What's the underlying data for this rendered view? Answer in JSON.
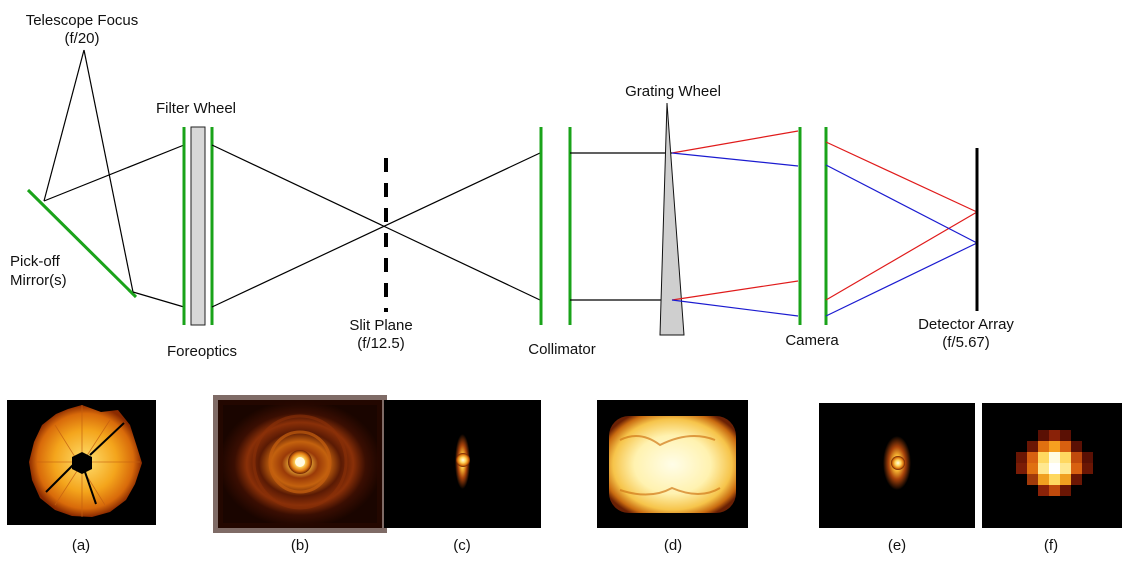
{
  "labels": {
    "telescope_focus": "Telescope Focus",
    "telescope_focus_ratio": "(f/20)",
    "filter_wheel": "Filter Wheel",
    "grating_wheel": "Grating Wheel",
    "pickoff_line1": "Pick-off",
    "pickoff_line2": "Mirror(s)",
    "foreoptics": "Foreoptics",
    "slit_plane": "Slit Plane",
    "slit_plane_ratio": "(f/12.5)",
    "collimator": "Collimator",
    "camera": "Camera",
    "detector_array": "Detector Array",
    "detector_array_ratio": "(f/5.67)"
  },
  "panels": [
    {
      "id": "a",
      "caption": "(a)",
      "content": "segmented-primary-pupil"
    },
    {
      "id": "b",
      "caption": "(b)",
      "content": "telescope-psf-at-focus"
    },
    {
      "id": "c",
      "caption": "(c)",
      "content": "psf-through-slit"
    },
    {
      "id": "d",
      "caption": "(d)",
      "content": "illuminated-grating-pupil"
    },
    {
      "id": "e",
      "caption": "(e)",
      "content": "psf-on-detector"
    },
    {
      "id": "f",
      "caption": "(f)",
      "content": "pixelated-psf"
    }
  ],
  "colors": {
    "optic_green": "#1aa31a",
    "ray_black": "#000000",
    "ray_red": "#e01b1b",
    "ray_blue": "#1b1bd0",
    "element_gray": "#d8d8d8"
  }
}
